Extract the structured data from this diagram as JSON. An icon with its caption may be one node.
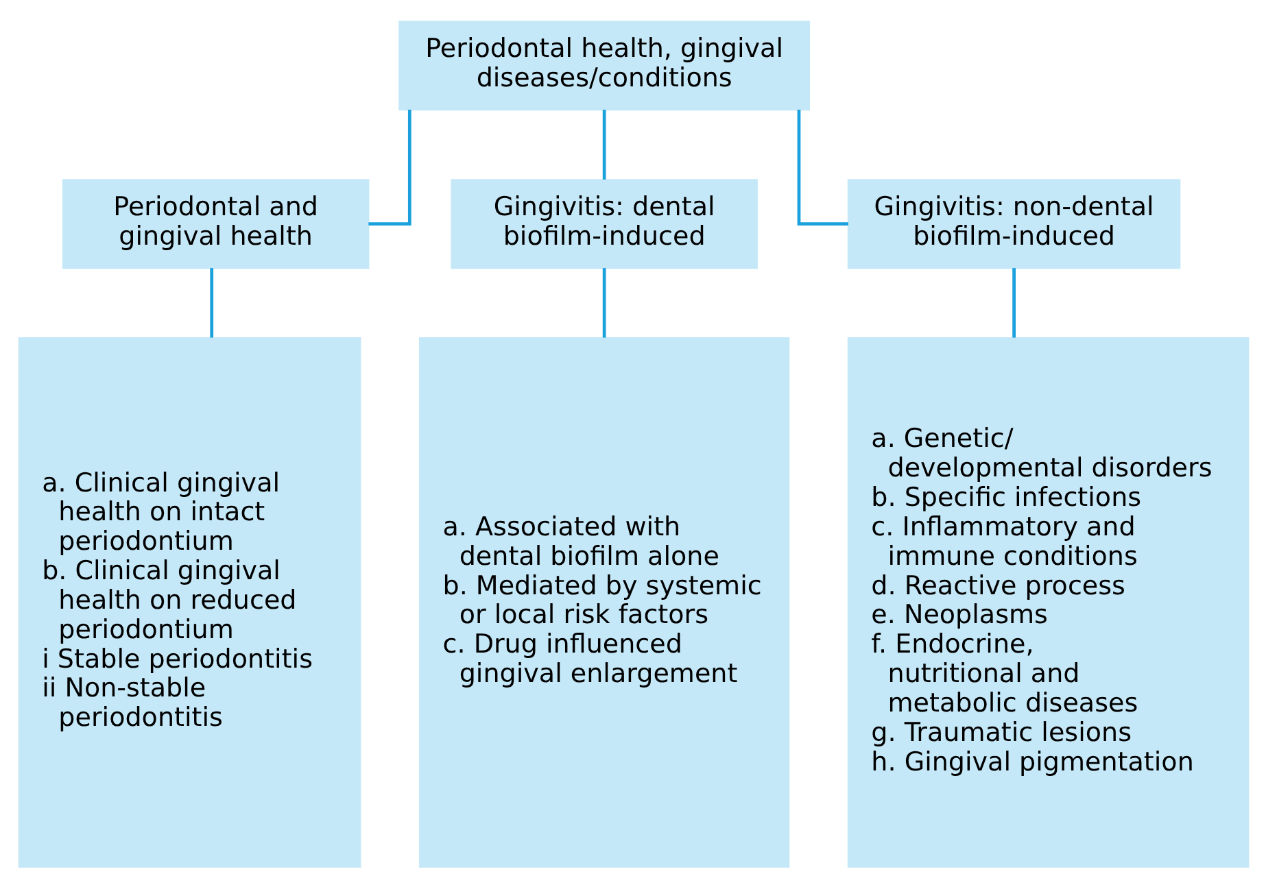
{
  "diagram": {
    "nodes": [
      {
        "text": [
          "Periodontal health, gingival diseases/conditions"
        ]
      },
      {
        "text": [
          "Periodontal and gingival health"
        ]
      },
      {
        "text": [
          "Gingivitis: dental biofilm-induced"
        ]
      },
      {
        "text": [
          "Gingivitis: non-dental biofilm-induced"
        ]
      },
      {
        "text": [
          "a. Clinical gingival health on intact periodontium",
          "b. Clinical gingival health on reduced periodontium",
          "i Stable periodontitis",
          "ii Non-stable periodontitis"
        ]
      },
      {
        "text": [
          "a. Associated with dental biofilm alone",
          "b. Mediated by systemic or local risk factors",
          "c. Drug influenced gingival enlargement"
        ]
      },
      {
        "text": [
          "a. Genetic/ developmental disorders",
          "b. Specific infections",
          "c. Inflammatory and immune conditions",
          "d. Reactive process",
          "e. Neoplasms",
          "f. Endocrine, nutritional and metabolic diseases",
          "g. Traumatic lesions",
          "h. Gingival pigmentation"
        ]
      }
    ],
    "edges": [
      {
        "from": 0,
        "to": 1,
        "arrow": "none"
      },
      {
        "from": 0,
        "to": 2,
        "arrow": "none"
      },
      {
        "from": 0,
        "to": 3,
        "arrow": "none"
      },
      {
        "from": 1,
        "to": 4,
        "arrow": "none"
      },
      {
        "from": 2,
        "to": 5,
        "arrow": "none"
      },
      {
        "from": 3,
        "to": 6,
        "arrow": "none"
      }
    ]
  }
}
